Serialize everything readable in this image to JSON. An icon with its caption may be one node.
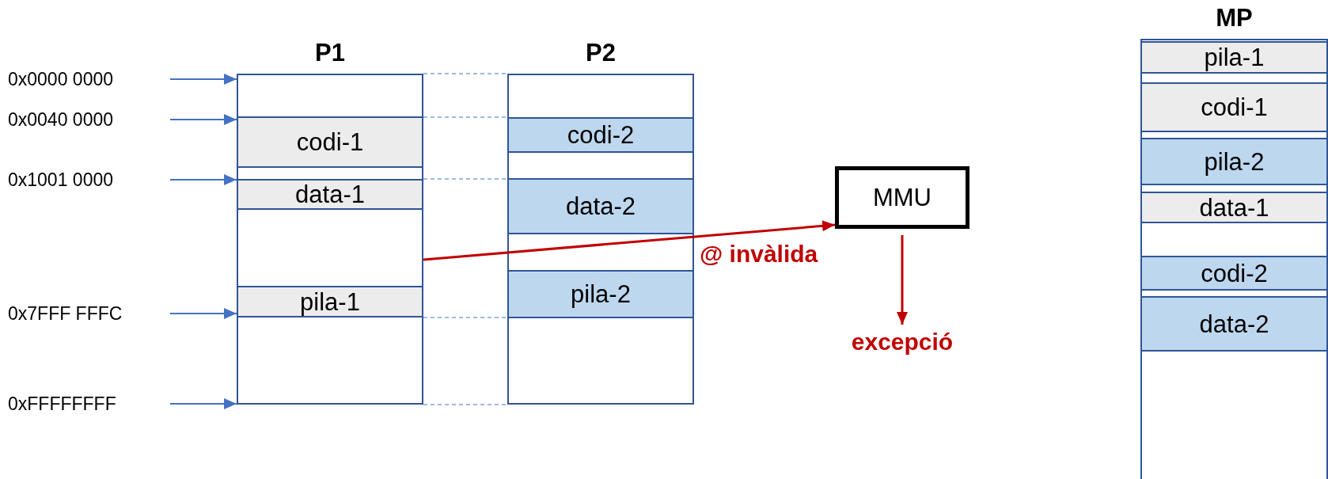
{
  "diagram": {
    "nodes": [
      {
        "text": [
          "P1"
        ]
      },
      {
        "text": [
          "codi-1"
        ],
        "in": 0
      },
      {
        "text": [
          "data-1"
        ],
        "in": 0
      },
      {
        "text": [
          "pila-1"
        ],
        "in": 0
      },
      {
        "text": [
          "P2"
        ]
      },
      {
        "text": [
          "codi-2"
        ],
        "in": 4
      },
      {
        "text": [
          "data-2"
        ],
        "in": 4
      },
      {
        "text": [
          "pila-2"
        ],
        "in": 4
      },
      {
        "text": [
          "MMU"
        ]
      },
      {
        "text": [
          "excepció"
        ]
      },
      {
        "text": [
          "MP"
        ]
      },
      {
        "text": [
          "pila-1"
        ],
        "in": 10
      },
      {
        "text": [
          "codi-1"
        ],
        "in": 10
      },
      {
        "text": [
          "pila-2"
        ],
        "in": 10
      },
      {
        "text": [
          "data-1"
        ],
        "in": 10
      },
      {
        "text": [
          "codi-2"
        ],
        "in": 10
      },
      {
        "text": [
          "data-2"
        ],
        "in": 10
      },
      {
        "text": [
          "0x0000 0000"
        ]
      },
      {
        "text": [
          "0x0040 0000"
        ]
      },
      {
        "text": [
          "0x1001 0000"
        ]
      },
      {
        "text": [
          "0x7FFF FFFC"
        ]
      },
      {
        "text": [
          "0xFFFFFFFF"
        ]
      }
    ],
    "edges": [
      {
        "from": 17,
        "to": 0,
        "arrow": "to"
      },
      {
        "from": 18,
        "to": 0,
        "arrow": "to"
      },
      {
        "from": 19,
        "to": 0,
        "arrow": "to"
      },
      {
        "from": 20,
        "to": 0,
        "arrow": "to"
      },
      {
        "from": 21,
        "to": 0,
        "arrow": "to"
      },
      {
        "from": 0,
        "to": 4,
        "arrow": "none",
        "style": "dashed"
      },
      {
        "from": 0,
        "to": 4,
        "arrow": "none",
        "style": "dashed"
      },
      {
        "from": 0,
        "to": 4,
        "arrow": "none",
        "style": "dashed"
      },
      {
        "from": 0,
        "to": 4,
        "arrow": "none",
        "style": "dashed"
      },
      {
        "from": 0,
        "to": 4,
        "arrow": "none",
        "style": "dashed"
      },
      {
        "from": 0,
        "to": 8,
        "arrow": "to",
        "label": "@ invàlida",
        "color": "#c00000"
      },
      {
        "from": 8,
        "to": 9,
        "arrow": "to",
        "color": "#c00000"
      }
    ]
  }
}
